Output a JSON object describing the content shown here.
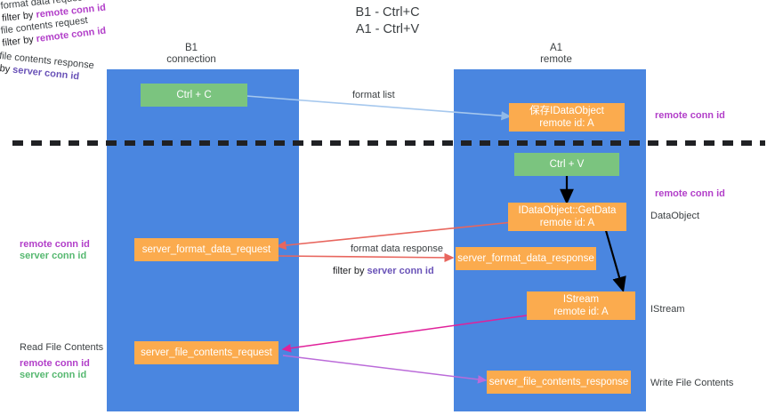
{
  "title": "B1 - Ctrl+C\nA1 - Ctrl+V",
  "lanes": {
    "left": {
      "header": "B1\nconnection"
    },
    "right": {
      "header": "A1\nremote"
    }
  },
  "nodes": {
    "ctrl_c": "Ctrl + C",
    "ctrl_v": "Ctrl + V",
    "set_data_object": "保存IDataObject\nremote id: A",
    "idataobject_getdata": "IDataObject::GetData\nremote id: A",
    "istream": "IStream\nremote id: A",
    "server_format_data_request": "server_format_data_request",
    "server_format_data_response": "server_format_data_response",
    "server_file_contents_request": "server_file_contents_request",
    "server_file_contents_response": "server_file_contents_response"
  },
  "edges": {
    "format_list": "format list",
    "format_data_request": "format data request",
    "format_data_req_filter_prefix": "filter by ",
    "format_data_req_filter_key": "remote conn id",
    "format_data_response": "format data response",
    "format_data_resp_filter_prefix": "filter by ",
    "format_data_resp_filter_key": "server conn id",
    "file_contents_request": "file contents request",
    "file_contents_req_filter_prefix": "filter by ",
    "file_contents_req_filter_key": "remote conn id",
    "file_contents_response": "file contents response",
    "file_contents_resp_filter_prefix": "filter by ",
    "file_contents_resp_filter_key": "server conn id"
  },
  "annotations": {
    "right_remote_conn_id_top": "remote conn id",
    "right_remote_conn_id_mid": "remote conn id",
    "right_dataobject": "DataObject",
    "right_istream": "IStream",
    "right_write_file_contents": "Write File Contents",
    "left_remote_conn_id": "remote conn id",
    "left_server_conn_id": "server conn id",
    "left_read_file_contents": "Read File Contents",
    "left_remote_conn_id_2": "remote conn id",
    "left_server_conn_id_2": "server conn id"
  },
  "colors": {
    "lane": "#4a86e0",
    "node_green": "#7bc47f",
    "node_orange": "#fbab4e",
    "accent_purple": "#b23fc9",
    "accent_green": "#56b870",
    "arrow_blue": "#a6c8ee",
    "arrow_red": "#e8665e",
    "arrow_magenta": "#e0219a",
    "arrow_violet": "#bb6bd9",
    "arrow_black": "#000000",
    "divider": "#202124",
    "text": "#3c4043"
  }
}
